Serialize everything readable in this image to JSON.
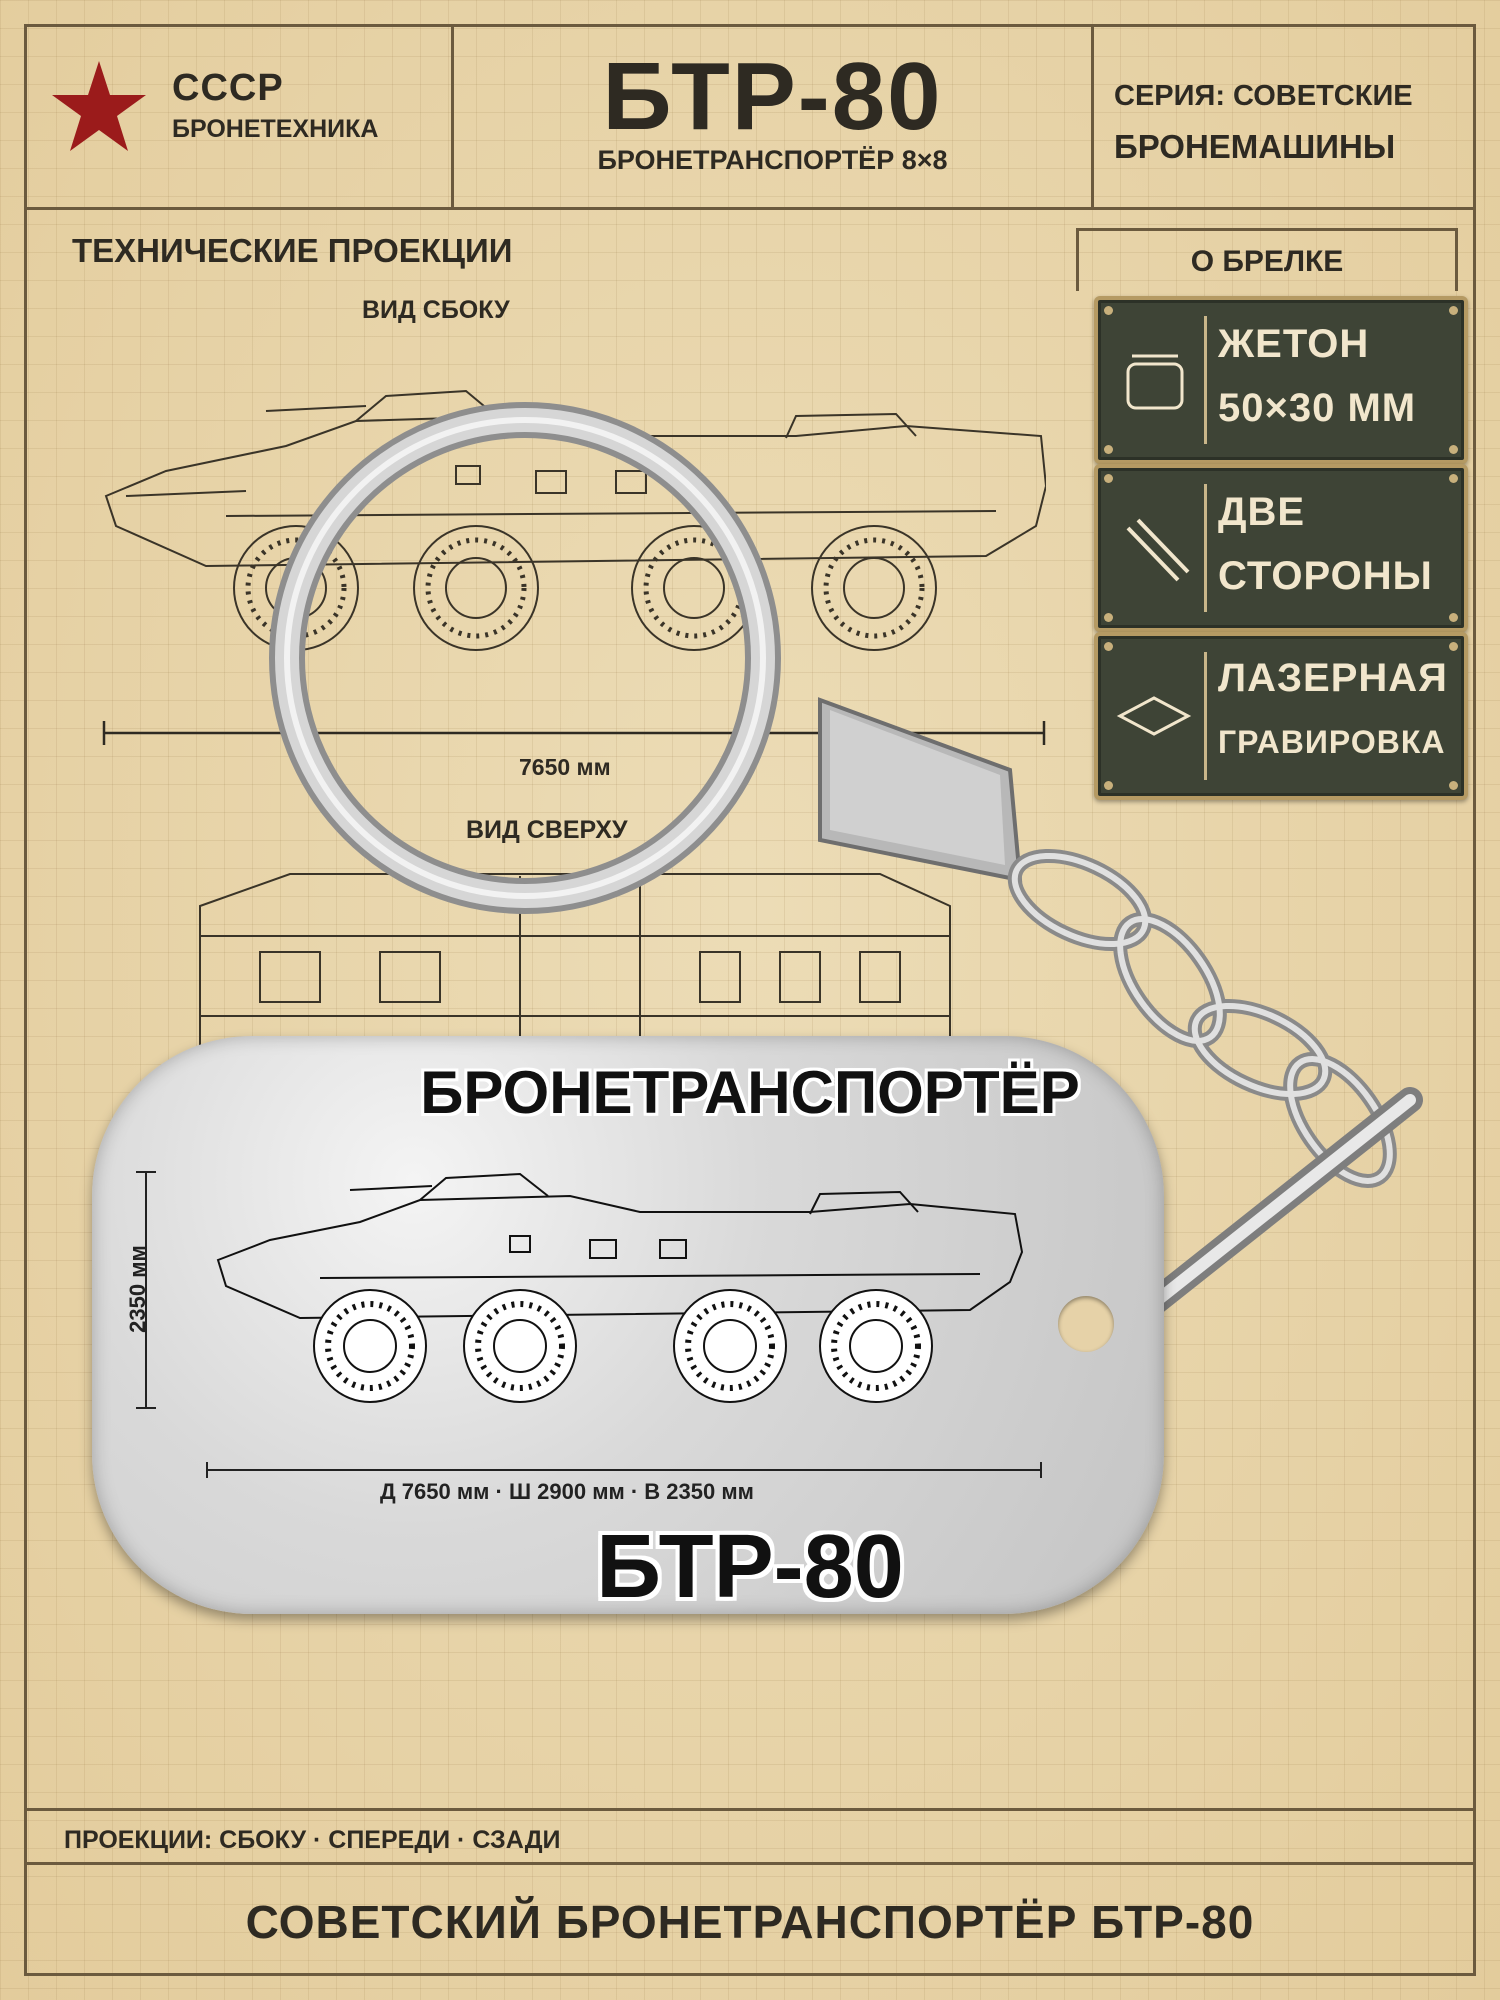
{
  "header": {
    "country": "СССР",
    "category": "БРОНЕТЕХНИКА",
    "model": "БТР-80",
    "model_subtitle": "БРОНЕТРАНСПОРТЁР 8×8",
    "series_line1": "СЕРИЯ: СОВЕТСКИЕ",
    "series_line2": "БРОНЕМАШИНЫ"
  },
  "projections": {
    "title": "ТЕХНИЧЕСКИЕ ПРОЕКЦИИ",
    "side_view": "ВИД СБОКУ",
    "length_label": "7650 мм",
    "top_view": "ВИД СВЕРХУ"
  },
  "about": {
    "title": "О БРЕЛКЕ",
    "features": [
      {
        "line1": "ЖЕТОН",
        "line2": "50×30 ММ",
        "icon": "tag-icon"
      },
      {
        "line1": "ДВЕ",
        "line2": "СТОРОНЫ",
        "icon": "two-sides-icon"
      },
      {
        "line1": "ЛАЗЕРНАЯ",
        "line2": "ГРАВИРОВКА",
        "icon": "diamond-icon"
      }
    ]
  },
  "tag": {
    "title": "БРОНЕТРАНСПОРТЁР",
    "height_label": "2350 мм",
    "dimensions": "Д 7650 мм  ·  Ш 2900 мм  ·  В 2350 мм",
    "model": "БТР-80"
  },
  "footer": {
    "projections": "ПРОЕКЦИИ: СБОКУ · СПЕРЕДИ · СЗАДИ",
    "caption": "СОВЕТСКИЙ БРОНЕТРАНСПОРТЁР БТР-80"
  },
  "colors": {
    "paper": "#e9d5ac",
    "ink": "#2e2a22",
    "star": "#9b1b1b",
    "plate": "#3e4436",
    "plate_border": "#b59a63"
  }
}
